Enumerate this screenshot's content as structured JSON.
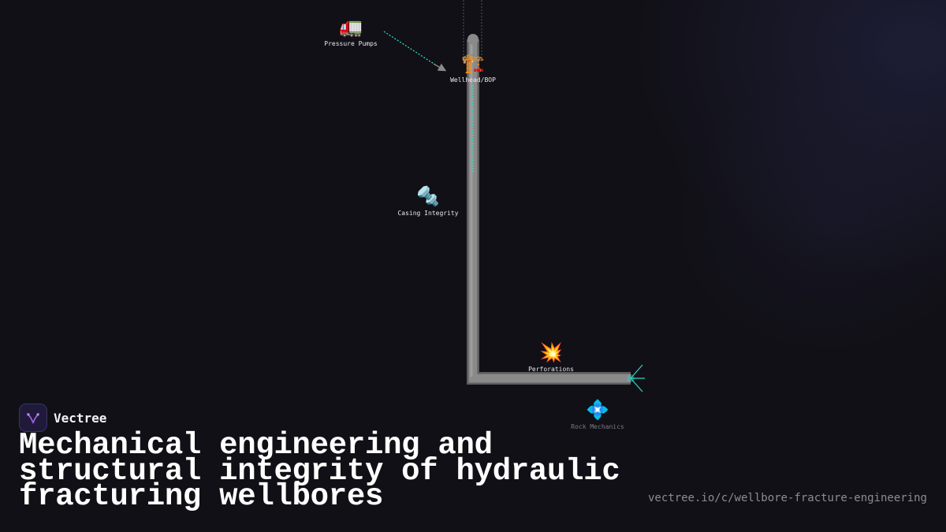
{
  "diagram": {
    "nodes": [
      {
        "id": "pressure_pumps",
        "icon": "truck-icon",
        "glyph": "🚛",
        "label": "Pressure Pumps"
      },
      {
        "id": "wellhead_bop",
        "icon": "crane-icon",
        "glyph": "🏗️",
        "label": "Wellhead/BOP"
      },
      {
        "id": "casing_integrity",
        "icon": "nut-and-bolt-icon",
        "glyph": "🔩",
        "label": "Casing Integrity"
      },
      {
        "id": "perforations",
        "icon": "explosion-icon",
        "glyph": "💥",
        "label": "Perforations"
      },
      {
        "id": "rock_mechanics",
        "icon": "diamond-shape-icon",
        "glyph": "💠",
        "label": "Rock Mechanics"
      }
    ],
    "edges": [
      {
        "from": "pressure_pumps",
        "to": "wellhead_bop",
        "style": "dotted-cyan-arrow"
      }
    ],
    "colors": {
      "pipe": "#8a8a8a",
      "flow": "#2fd6c8",
      "background": "#111016"
    }
  },
  "brand": {
    "name": "Vectree",
    "logo_icon": "vectree-logo-icon"
  },
  "title": "Mechanical engineering and structural integrity of hydraulic fracturing wellbores",
  "url": "vectree.io/c/wellbore-fracture-engineering"
}
